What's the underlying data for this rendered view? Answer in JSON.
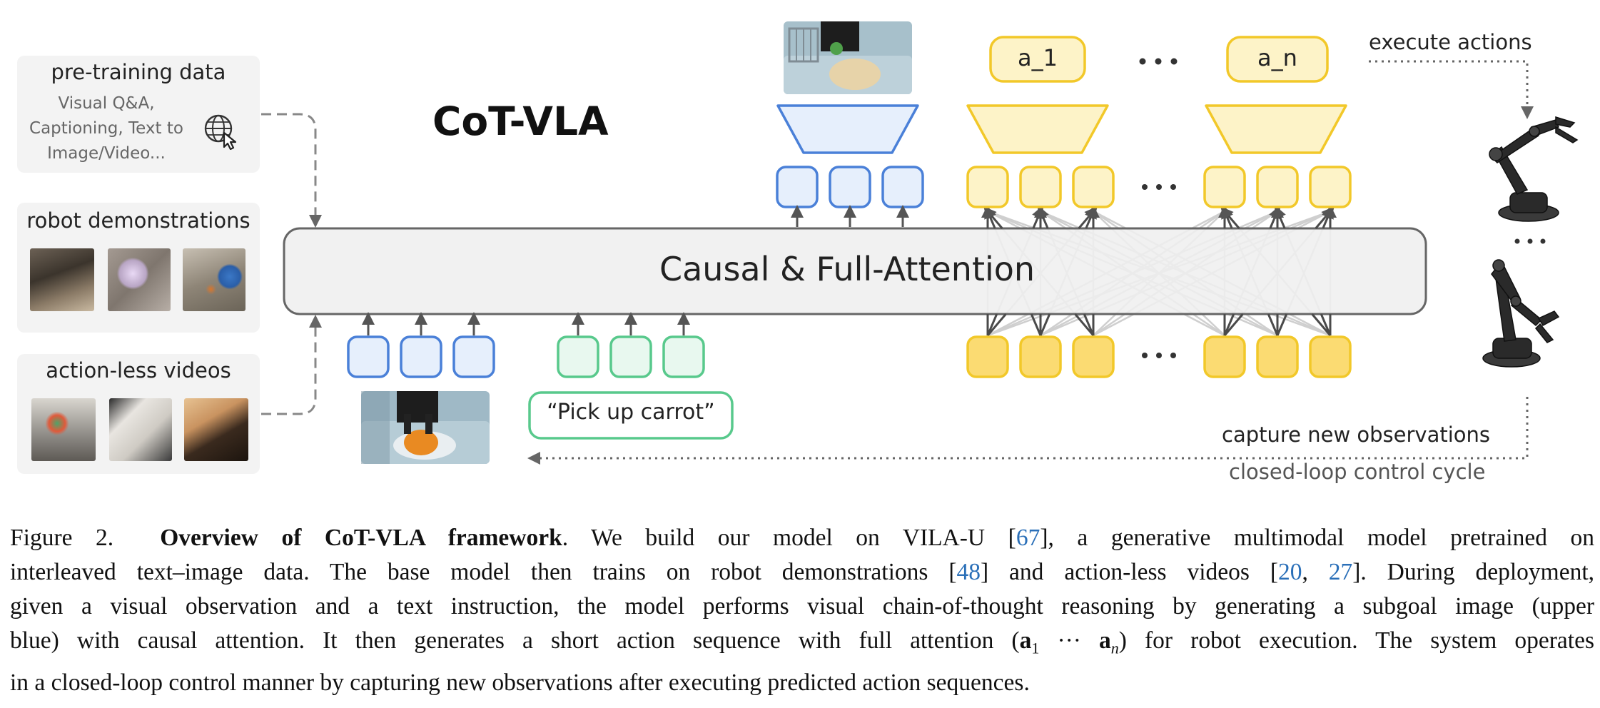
{
  "title": "CoT-VLA",
  "panels": {
    "pretraining": {
      "title": "pre-training data",
      "desc_lines": [
        "Visual Q&A,",
        "Captioning, Text to",
        "Image/Video..."
      ]
    },
    "robot": {
      "title": "robot demonstrations"
    },
    "actionless": {
      "title": "action-less videos"
    }
  },
  "attention_label": "Causal & Full-Attention",
  "instruction": "“Pick up carrot”",
  "actions": {
    "first": "a_1",
    "last": "a_n",
    "ellipsis": "• • •"
  },
  "labels": {
    "execute": "execute actions",
    "capture": "capture new observations",
    "cycle": "closed-loop control cycle"
  },
  "colors": {
    "blue_stroke": "#4a80d8",
    "blue_fill": "#e6effc",
    "green_stroke": "#58c98c",
    "green_fill": "#e8f8ef",
    "yellow_stroke": "#f2c829",
    "yellow_fill_light": "#fdf3c8",
    "yellow_fill_dark": "#fbdb72",
    "attention_fill": "#efefef",
    "attention_stroke": "#555555",
    "panel_fill": "#f3f3f3",
    "ref_link": "#2a6fb8"
  },
  "caption": {
    "label": "Figure 2.",
    "bold": "Overview of CoT-VLA framework",
    "s1": ". We build our model on VILA-U [",
    "r67": "67",
    "s2": "], a generative multimodal model pretrained on",
    "s3": "interleaved text–image data. The base model then trains on robot demonstrations [",
    "r48": "48",
    "s4": "] and action-less videos [",
    "r20": "20",
    "s5": ", ",
    "r27": "27",
    "s6": "]. During deployment,",
    "line3": "given a visual observation and a text instruction, the model performs visual chain-of-thought reasoning by generating a subgoal image (upper",
    "s7": "blue) with causal attention. It then generates a short action sequence with full attention (",
    "math_a1": "a",
    "math_sub1": "1",
    "math_dots": " ··· ",
    "math_an": "a",
    "math_subn": "n",
    "s8": ") for robot execution. The system operates",
    "line5": "in a closed-loop control manner by capturing new observations after executing predicted action sequences."
  }
}
